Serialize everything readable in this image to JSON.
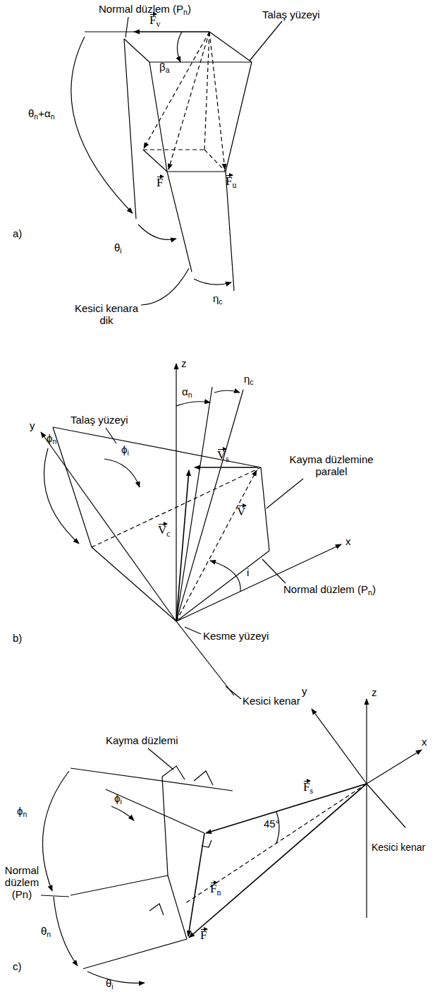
{
  "diagram": {
    "labels": [
      "a)",
      "Normal düzlem (Pn)",
      "Fv",
      "Talaş yüzeyi",
      "βa",
      "θn+αn",
      "F",
      "Fu",
      "θi",
      "ηc",
      "Kesici kenara dik",
      "b)",
      "z",
      "ηc",
      "αn",
      "Talaş yüzeyi",
      "ϕn",
      "ϕi",
      "y",
      "Vs",
      "Kayma düzlemine paralel",
      "x",
      "V",
      "Vc",
      "i",
      "Normal düzlem (Pn)",
      "Kesme yüzeyi",
      "Kesici kenar",
      "c)",
      "y",
      "z",
      "x",
      "Kayma düzlemi",
      "ϕn",
      "ϕi",
      "Fs",
      "Kesici kenar",
      "Normal düzlem (Pn)",
      "45°",
      "Fn",
      "F",
      "θn",
      "θi"
    ]
  }
}
